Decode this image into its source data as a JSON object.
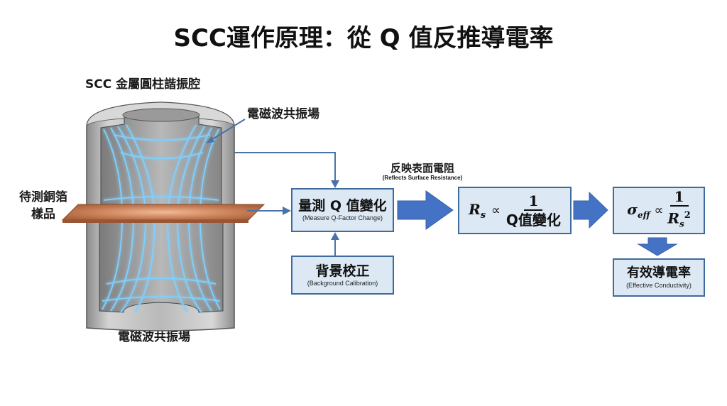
{
  "title": "SCC運作原理：從 Q 值反推導電率",
  "cavity": {
    "label": "SCC 金屬圓柱諧振腔",
    "field_label_top": "電磁波共振場",
    "field_label_bottom": "電磁波共振場",
    "sample_label_line1": "待測銅箔",
    "sample_label_line2": "樣品"
  },
  "flow": {
    "measure_box": {
      "main": "量測 Q 值變化",
      "sub": "(Measure Q-Factor Change)"
    },
    "background_box": {
      "main": "背景校正",
      "sub": "(Background Calibration)"
    },
    "arrow_caption": {
      "main": "反映表面電阻",
      "sub": "(Reflects Surface Resistance)"
    },
    "rs_formula": {
      "lhs": "R",
      "lhs_sub": "s",
      "prop": "∝",
      "num": "1",
      "den": "Q值變化"
    },
    "sigma_formula": {
      "lhs": "σ",
      "lhs_sub": "eff",
      "prop": "∝",
      "num": "1",
      "den": "R",
      "den_sub": "s",
      "den_sup": "2"
    },
    "result_box": {
      "main": "有效導電率",
      "sub": "(Effective Conductivity)"
    }
  },
  "colors": {
    "box_fill": "#dce8f4",
    "box_border": "#3f6a9c",
    "arrow": "#4472c4",
    "connector": "#4a72a8",
    "copper": "#c47a4e",
    "field": "#6ec8ff",
    "metal": "#a9a9a9"
  }
}
